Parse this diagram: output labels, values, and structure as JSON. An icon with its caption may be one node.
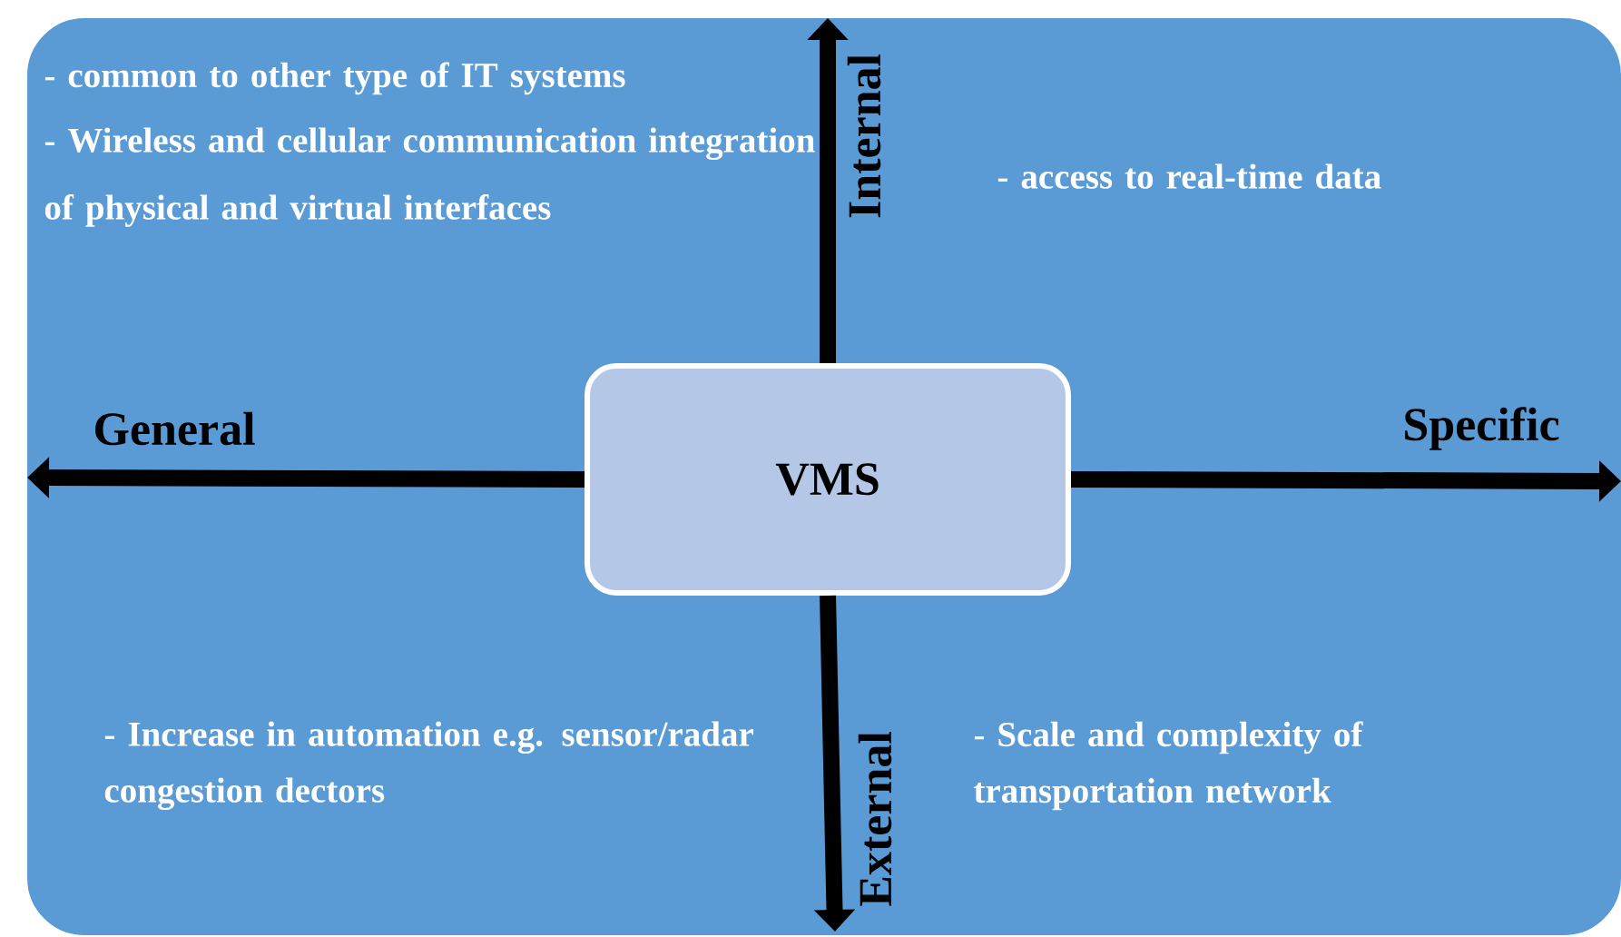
{
  "diagram": {
    "nodes": [
      {
        "text": [],
        "shape": "box"
      },
      {
        "text": [
          "VMS"
        ],
        "in": 0
      }
    ],
    "edges": [
      {
        "from": 1,
        "to": null,
        "arrow": "to",
        "label": "Internal"
      },
      {
        "from": 1,
        "to": null,
        "arrow": "to",
        "label": "General"
      },
      {
        "from": 1,
        "to": null,
        "arrow": "to",
        "label": "Specific"
      },
      {
        "from": 1,
        "to": null,
        "arrow": "to",
        "label": "External"
      }
    ],
    "labels": [
      "- common to other type of IT systems",
      "- Wireless and cellular communication integration of physical and virtual interfaces",
      "- access to real-time data",
      "- Increase in automation e.g. sensor/radar congestion dectors",
      "- Scale and complexity of transportation network"
    ]
  }
}
